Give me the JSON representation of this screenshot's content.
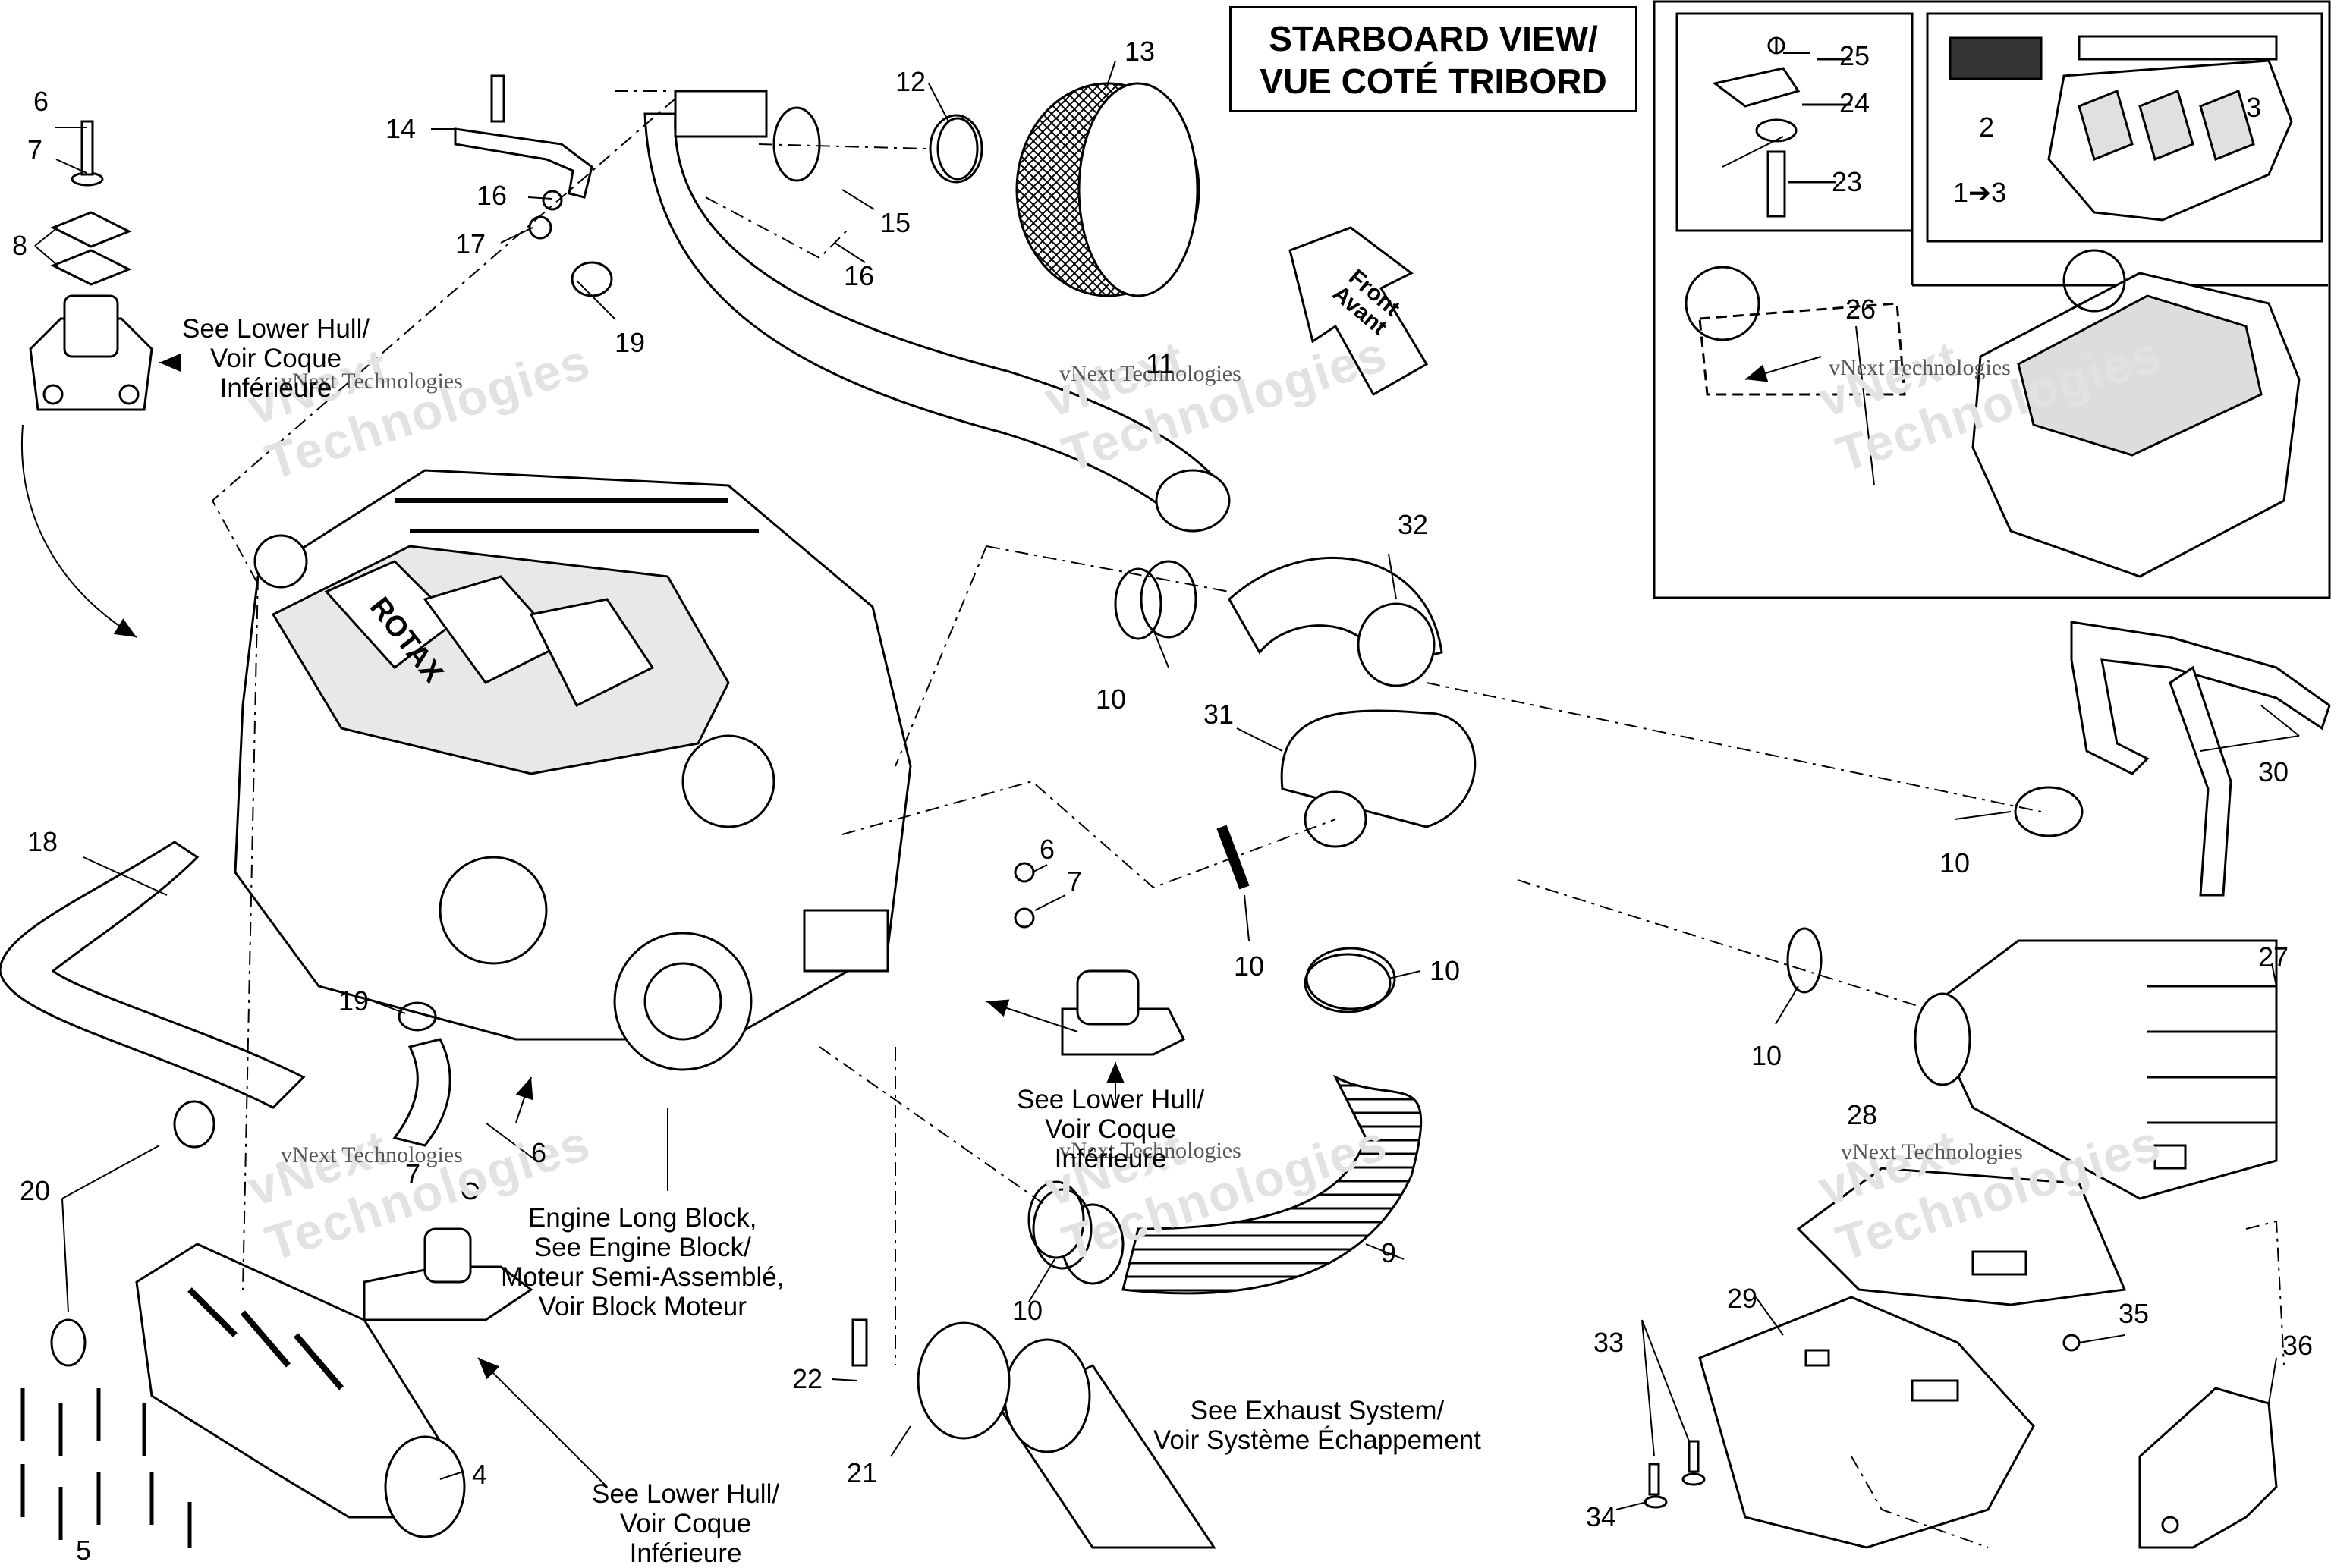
{
  "title": {
    "line1": "STARBOARD VIEW/",
    "line2": "VUE COTÉ TRIBORD"
  },
  "direction": {
    "line1": "Front",
    "line2": "Avant"
  },
  "watermark": {
    "brand": "vNext",
    "company": "Technologies",
    "full": "vNext Technologies"
  },
  "callouts": [
    {
      "id": "c6a",
      "text": "6"
    },
    {
      "id": "c7a",
      "text": "7"
    },
    {
      "id": "c8",
      "text": "8"
    },
    {
      "id": "c14",
      "text": "14"
    },
    {
      "id": "c16a",
      "text": "16"
    },
    {
      "id": "c17",
      "text": "17"
    },
    {
      "id": "c19a",
      "text": "19"
    },
    {
      "id": "c12",
      "text": "12"
    },
    {
      "id": "c13",
      "text": "13"
    },
    {
      "id": "c15",
      "text": "15"
    },
    {
      "id": "c16b",
      "text": "16"
    },
    {
      "id": "c11",
      "text": "11"
    },
    {
      "id": "c32",
      "text": "32"
    },
    {
      "id": "c10a",
      "text": "10"
    },
    {
      "id": "c31",
      "text": "31"
    },
    {
      "id": "c6b",
      "text": "6"
    },
    {
      "id": "c7b",
      "text": "7"
    },
    {
      "id": "c10b",
      "text": "10"
    },
    {
      "id": "c10c",
      "text": "10"
    },
    {
      "id": "c18",
      "text": "18"
    },
    {
      "id": "c19b",
      "text": "19"
    },
    {
      "id": "c20",
      "text": "20"
    },
    {
      "id": "c6c",
      "text": "6"
    },
    {
      "id": "c7c",
      "text": "7"
    },
    {
      "id": "c9",
      "text": "9"
    },
    {
      "id": "c10d",
      "text": "10"
    },
    {
      "id": "c22",
      "text": "22"
    },
    {
      "id": "c21",
      "text": "21"
    },
    {
      "id": "c4",
      "text": "4"
    },
    {
      "id": "c5",
      "text": "5"
    },
    {
      "id": "c25",
      "text": "25"
    },
    {
      "id": "c24",
      "text": "24"
    },
    {
      "id": "c23",
      "text": "23"
    },
    {
      "id": "c2",
      "text": "2"
    },
    {
      "id": "c3",
      "text": "3"
    },
    {
      "id": "c13b",
      "text": "1➔3"
    },
    {
      "id": "c26",
      "text": "26"
    },
    {
      "id": "c30",
      "text": "30"
    },
    {
      "id": "c10e",
      "text": "10"
    },
    {
      "id": "c27",
      "text": "27"
    },
    {
      "id": "c10f",
      "text": "10"
    },
    {
      "id": "c28",
      "text": "28"
    },
    {
      "id": "c29",
      "text": "29"
    },
    {
      "id": "c35",
      "text": "35"
    },
    {
      "id": "c36",
      "text": "36"
    },
    {
      "id": "c33",
      "text": "33"
    },
    {
      "id": "c34",
      "text": "34"
    }
  ],
  "notes": {
    "lower_hull_1": [
      "See Lower Hull/",
      "Voir Coque",
      "Inférieure"
    ],
    "lower_hull_2": [
      "See Lower Hull/",
      "Voir Coque",
      "Inférieure"
    ],
    "lower_hull_3": [
      "See Lower Hull/",
      "Voir Coque",
      "Inférieure"
    ],
    "engine_block": [
      "Engine Long Block,",
      "See Engine Block/",
      "Moteur Semi-Assemblé,",
      "Voir Block Moteur"
    ],
    "exhaust": [
      "See Exhaust System/",
      "Voir Système Échappement"
    ]
  },
  "engine_brand": "ROTAX",
  "colors": {
    "line": "#000000",
    "fill": "#ffffff",
    "shade": "#d8d8d8",
    "watermark": "#555555"
  }
}
